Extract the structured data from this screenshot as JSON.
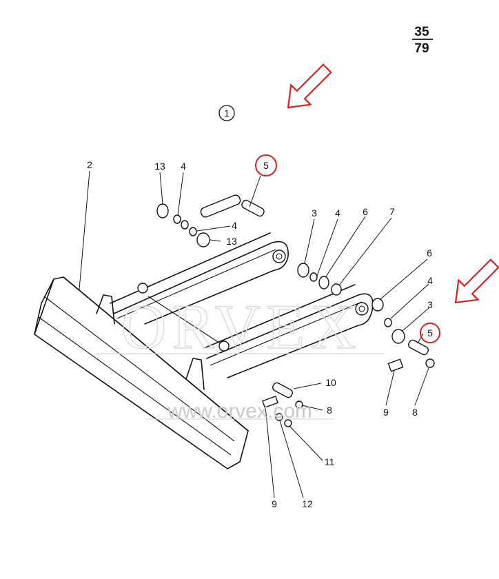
{
  "page_number": {
    "numerator": "35",
    "denominator": "79"
  },
  "view_marker": "1",
  "watermark": {
    "brand": "ORVEX",
    "url": "www.orvex.com"
  },
  "colors": {
    "ink": "#111111",
    "highlight": "#d42020",
    "watermark": "#d0d0d0"
  },
  "callouts": [
    {
      "id": "c2",
      "label": "2"
    },
    {
      "id": "c13a",
      "label": "13"
    },
    {
      "id": "c4a",
      "label": "4"
    },
    {
      "id": "c5a",
      "label": "5",
      "highlighted": true
    },
    {
      "id": "c4b",
      "label": "4"
    },
    {
      "id": "c13b",
      "label": "13"
    },
    {
      "id": "c3a",
      "label": "3"
    },
    {
      "id": "c4c",
      "label": "4"
    },
    {
      "id": "c6a",
      "label": "6"
    },
    {
      "id": "c7",
      "label": "7"
    },
    {
      "id": "c6b",
      "label": "6"
    },
    {
      "id": "c4d",
      "label": "4"
    },
    {
      "id": "c3b",
      "label": "3"
    },
    {
      "id": "c5b",
      "label": "5",
      "highlighted": true
    },
    {
      "id": "c9a",
      "label": "9"
    },
    {
      "id": "c8a",
      "label": "8"
    },
    {
      "id": "c10",
      "label": "10"
    },
    {
      "id": "c8b",
      "label": "8"
    },
    {
      "id": "c11",
      "label": "11"
    },
    {
      "id": "c9b",
      "label": "9"
    },
    {
      "id": "c12",
      "label": "12"
    }
  ]
}
